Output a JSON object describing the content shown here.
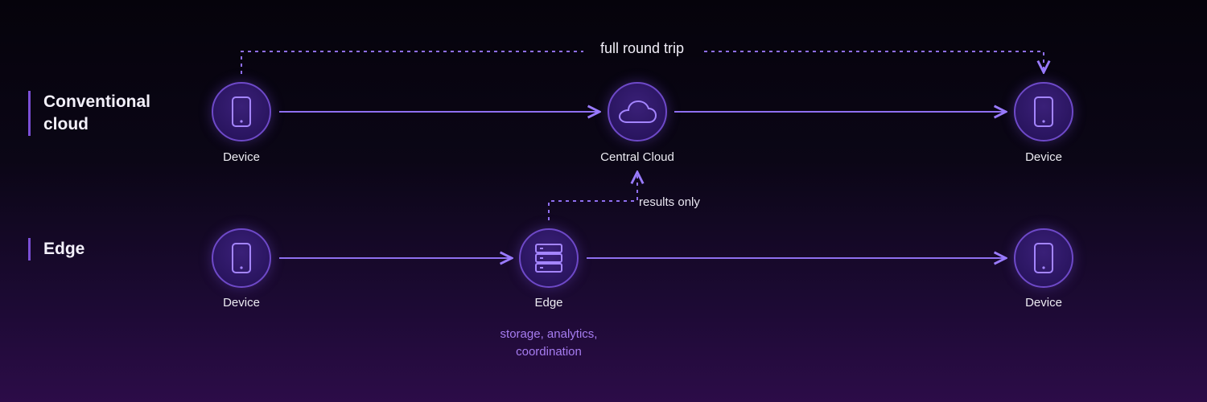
{
  "rows": {
    "cloud_label": "Conventional cloud",
    "edge_label": "Edge"
  },
  "nodes": {
    "cloud_source": {
      "label": "Device",
      "icon": "phone-icon"
    },
    "central_cloud": {
      "label": "Central Cloud",
      "icon": "cloud-icon"
    },
    "cloud_target": {
      "label": "Device",
      "icon": "phone-icon"
    },
    "edge_source": {
      "label": "Device",
      "icon": "phone-icon"
    },
    "edge_node": {
      "label": "Edge",
      "icon": "server-icon"
    },
    "edge_target": {
      "label": "Device",
      "icon": "phone-icon"
    }
  },
  "annotations": {
    "round_trip": "full round trip",
    "results_only": "results only",
    "edge_roles": [
      "storage, analytics,",
      "coordination"
    ]
  },
  "colors": {
    "accent": "#7b4fd6",
    "line": "#8f6ff0",
    "subtext": "#a67cf0"
  }
}
